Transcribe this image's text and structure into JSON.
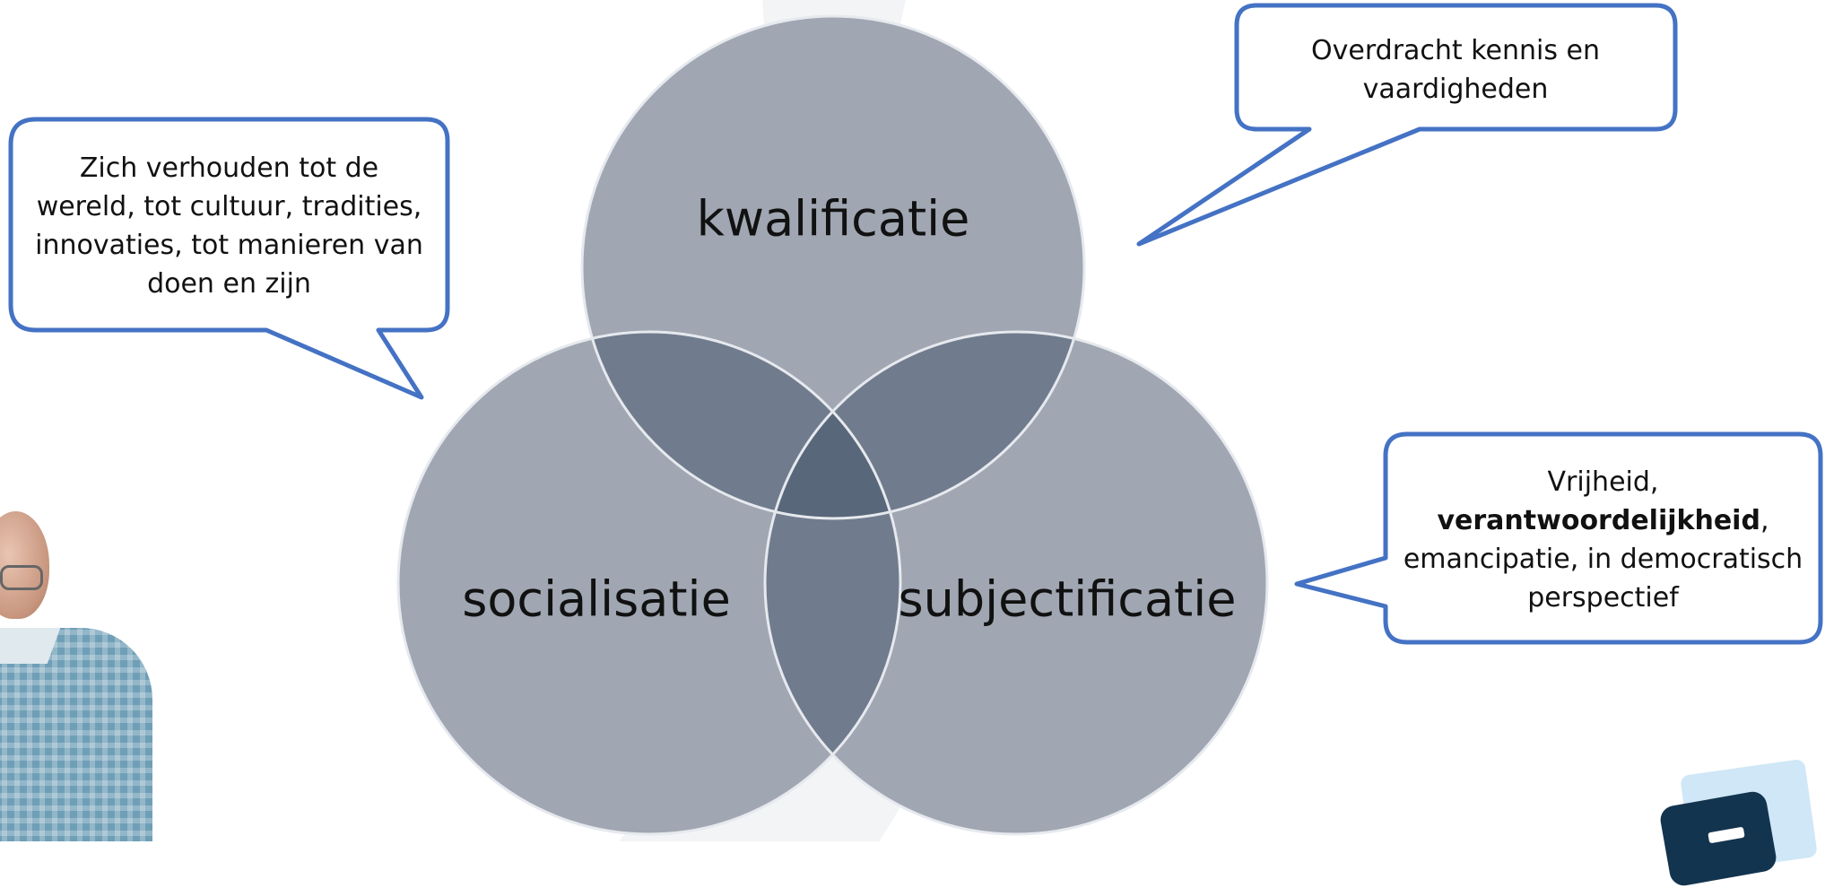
{
  "diagram": {
    "circles": [
      {
        "id": "top",
        "label": "kwalificatie"
      },
      {
        "id": "left",
        "label": "socialisatie"
      },
      {
        "id": "right",
        "label": "subjectificatie"
      }
    ],
    "colors": {
      "circle_fill": "#a0a7b2",
      "overlap_pair": "#707c8d",
      "overlap_center": "#58677a",
      "circle_stroke": "#e6e9ee",
      "bubble_border": "#4472c4",
      "bubble_fill": "#ffffff"
    }
  },
  "callouts": {
    "top_right": {
      "lines": [
        "Overdracht kennis en",
        "vaardigheden"
      ]
    },
    "left": {
      "lines": [
        "Zich verhouden tot de",
        "wereld, tot cultuur, tradities,",
        "innovaties, tot manieren van",
        "doen en zijn"
      ]
    },
    "right": {
      "line1": "Vrijheid,",
      "line2_bold": "verantwoordelijkheid",
      "line2_rest": ",",
      "line3": "emancipatie, in democratisch",
      "line4": "perspectief"
    }
  }
}
